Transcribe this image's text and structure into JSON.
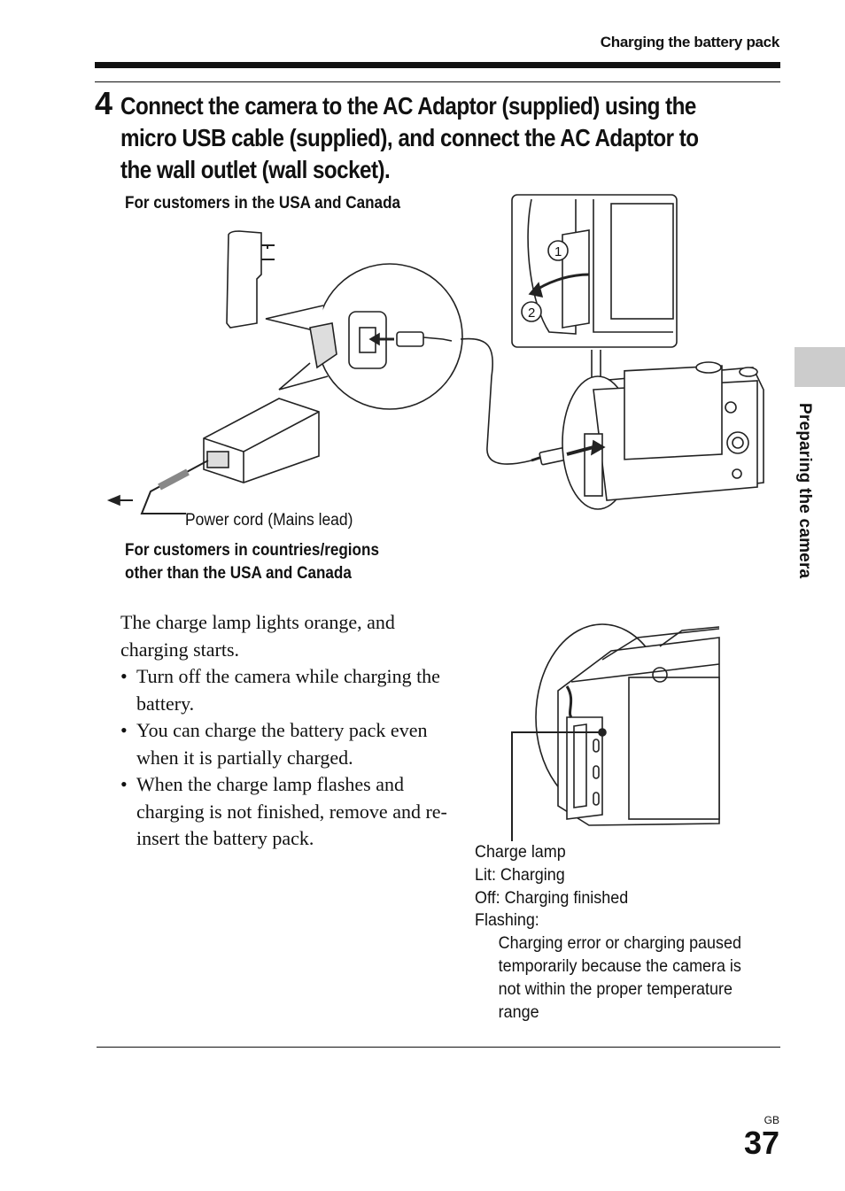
{
  "header": {
    "section_title": "Charging the battery pack"
  },
  "step": {
    "number": "4",
    "text": "Connect the camera to the AC Adaptor (supplied) using the micro USB cable (supplied), and connect the AC Adaptor to the wall outlet (wall socket)."
  },
  "figure1": {
    "caption_usa": "For customers in the USA and Canada",
    "callout_power_cord": "Power cord (Mains lead)",
    "caption_other_line1": "For customers in countries/regions",
    "caption_other_line2": "other than the USA and Canada",
    "inset_markers": [
      "1",
      "2"
    ]
  },
  "body": {
    "intro_line1": "The charge lamp lights orange, and",
    "intro_line2": "charging starts.",
    "bullets": [
      {
        "line1": "Turn off the camera while charging the",
        "line2": "battery."
      },
      {
        "line1": "You can charge the battery pack even",
        "line2": "when it is partially charged."
      },
      {
        "line1": "When the charge lamp flashes and",
        "line2": "charging is not finished, remove and re-",
        "line3": "insert the battery pack."
      }
    ]
  },
  "charge_lamp": {
    "title": "Charge lamp",
    "lit": "Lit: Charging",
    "off": "Off: Charging finished",
    "flashing": "Flashing:",
    "flashing_desc": [
      "Charging error or charging paused",
      "temporarily because the camera is",
      "not within the proper temperature",
      "range"
    ]
  },
  "sidebar": {
    "tab_label": "Preparing the camera"
  },
  "footer": {
    "region_code": "GB",
    "page_number": "37"
  }
}
